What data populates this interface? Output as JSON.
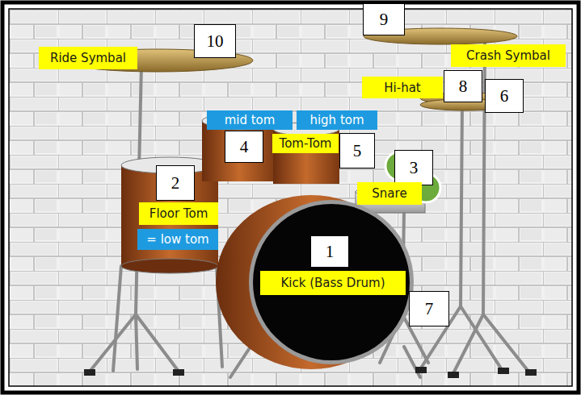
{
  "diagram": {
    "nodes": [
      {
        "text": [
          "9"
        ]
      },
      {
        "text": [
          "10"
        ]
      },
      {
        "text": [
          "Ride Symbal"
        ]
      },
      {
        "text": [
          "Crash Symbal"
        ]
      },
      {
        "text": [
          "Hi-hat"
        ]
      },
      {
        "text": [
          "8"
        ]
      },
      {
        "text": [
          "6"
        ]
      },
      {
        "text": [
          "mid tom"
        ]
      },
      {
        "text": [
          "high tom"
        ]
      },
      {
        "text": [
          "4"
        ]
      },
      {
        "text": [
          "Tom-Tom"
        ]
      },
      {
        "text": [
          "5"
        ]
      },
      {
        "text": [
          "2"
        ]
      },
      {
        "text": [
          "3"
        ]
      },
      {
        "text": [
          "Snare"
        ]
      },
      {
        "text": [
          "Floor Tom"
        ]
      },
      {
        "text": [
          "= low tom"
        ]
      },
      {
        "text": [
          "1"
        ]
      },
      {
        "text": [
          "Kick (Bass Drum)"
        ]
      },
      {
        "text": [
          "7"
        ]
      }
    ]
  }
}
